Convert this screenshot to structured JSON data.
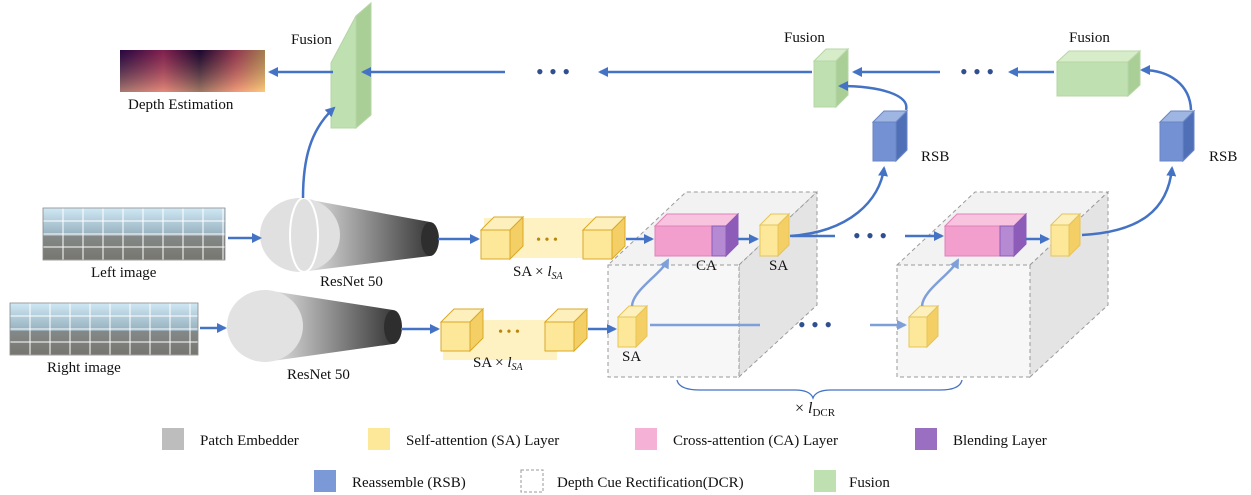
{
  "labels": {
    "fusion": "Fusion",
    "depth_estimation": "Depth Estimation",
    "rsb": "RSB",
    "left_image": "Left image",
    "right_image": "Right image",
    "resnet": "ResNet 50",
    "sa": "SA",
    "ca": "CA",
    "sa_times": "SA × ",
    "l_symbol": "l",
    "sa_subscript": "SA",
    "times": "× ",
    "dcr_subscript": "DCR",
    "ellipsis": "• • •"
  },
  "legend": {
    "patch_embedder": "Patch Embedder",
    "self_attention": "Self-attention (SA) Layer",
    "cross_attention": "Cross-attention (CA) Layer",
    "blending": "Blending Layer",
    "reassemble": "Reassemble (RSB)",
    "dcr": "Depth Cue Rectification(DCR)",
    "fusion": "Fusion"
  },
  "colors": {
    "patch_embedder": "#bdbdbd",
    "self_attention": "#fde89a",
    "cross_attention": "#f29fcd",
    "blending": "#9a6fc2",
    "reassemble": "#6f8fd1",
    "dcr_border": "#999999",
    "fusion": "#bfe0b0",
    "arrow": "#4472c4"
  }
}
